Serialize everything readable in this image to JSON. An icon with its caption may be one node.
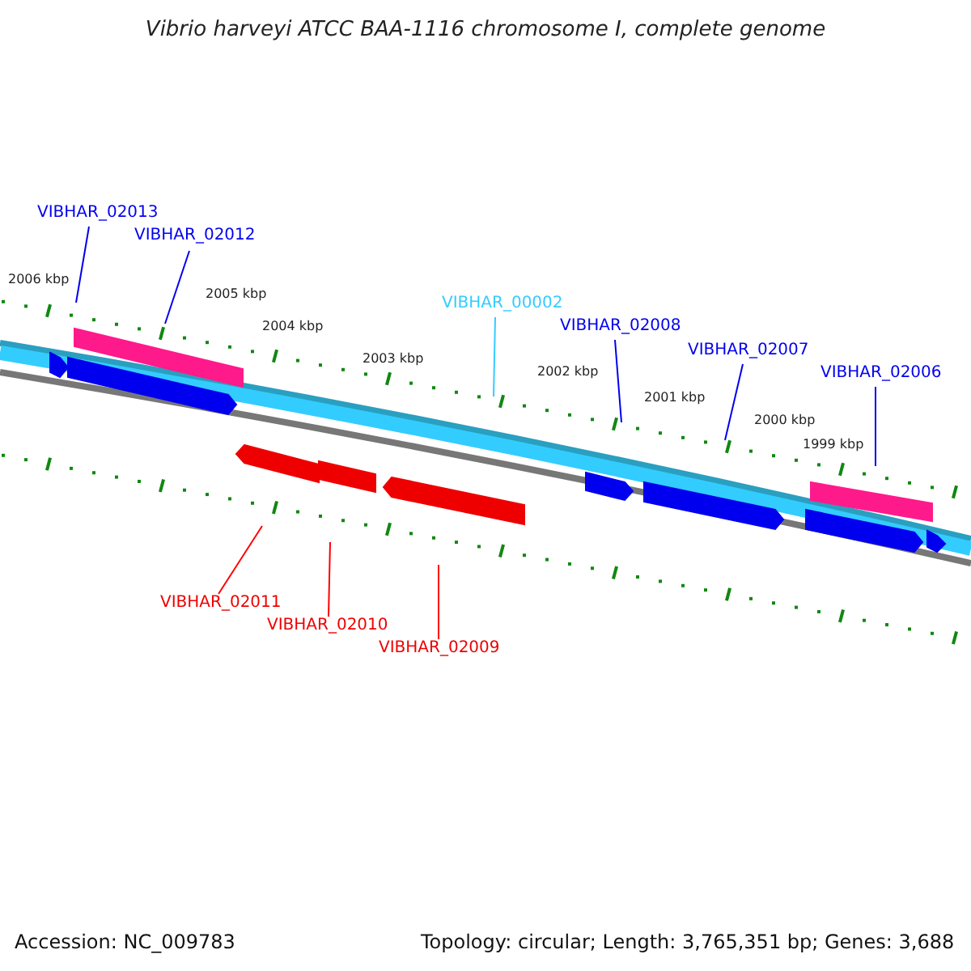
{
  "diagram": {
    "title": "Vibrio harveyi ATCC BAA-1116 chromosome I, complete genome",
    "nodes": [
      {
        "text": [
          "VIBHAR_02013"
        ]
      },
      {
        "text": [
          "VIBHAR_02012"
        ]
      },
      {
        "text": [
          "VIBHAR_00002"
        ]
      },
      {
        "text": [
          "VIBHAR_02008"
        ]
      },
      {
        "text": [
          "VIBHAR_02007"
        ]
      },
      {
        "text": [
          "VIBHAR_02006"
        ]
      },
      {
        "text": [
          "VIBHAR_02011"
        ]
      },
      {
        "text": [
          "VIBHAR_02010"
        ]
      },
      {
        "text": [
          "VIBHAR_02009"
        ]
      }
    ],
    "edges": [
      {
        "from": 0,
        "to": null,
        "arrow": "none"
      },
      {
        "from": 1,
        "to": null,
        "arrow": "none"
      },
      {
        "from": 2,
        "to": null,
        "arrow": "none",
        "color": "#33ccff"
      },
      {
        "from": 3,
        "to": null,
        "arrow": "none"
      },
      {
        "from": 4,
        "to": null,
        "arrow": "none"
      },
      {
        "from": 5,
        "to": null,
        "arrow": "none"
      },
      {
        "from": 6,
        "to": null,
        "arrow": "none",
        "color": "#ff0000"
      },
      {
        "from": 7,
        "to": null,
        "arrow": "none",
        "color": "#ff0000"
      },
      {
        "from": 8,
        "to": null,
        "arrow": "none",
        "color": "#ff0000"
      }
    ],
    "labels": [
      "2006 kbp",
      "2005 kbp",
      "2004 kbp",
      "2003 kbp",
      "2002 kbp",
      "2001 kbp",
      "2000 kbp",
      "1999 kbp",
      "Accession: NC_009783",
      "Topology: circular; Length: 3,765,351 bp; Genes: 3,688"
    ]
  }
}
